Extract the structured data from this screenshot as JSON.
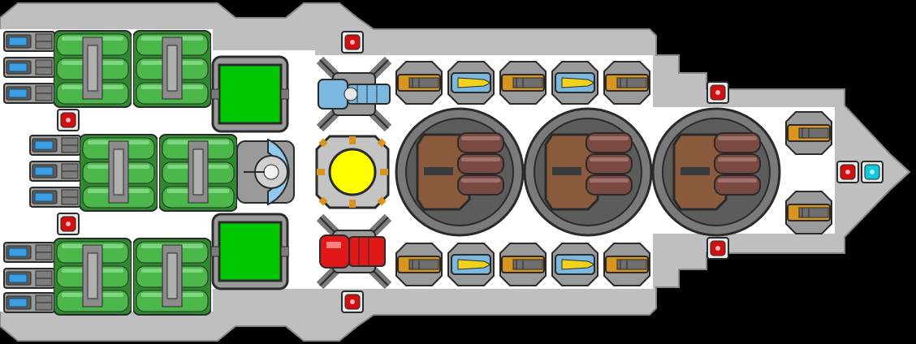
{
  "palette": {
    "background": "#000000",
    "hull": "#bfbfbf",
    "hull_edge": "#8a8a8a",
    "deck": "#ffffff",
    "metal": "#9a9a9a",
    "metal_dark": "#5c5c5c",
    "outline": "#2a2a2a",
    "thruster_blue": "#3a9ee0",
    "fuel_green": "#4cb84c",
    "fuel_green_dark": "#2f8a2f",
    "pad_green": "#00c800",
    "reactor_yellow": "#ffff00",
    "shield_blue": "#8fc8f0",
    "gun_gold": "#d9951e",
    "missile_yellow": "#f2d21a",
    "cannon_brown": "#8a5a3c",
    "barrel_brown": "#7a4a42",
    "light_red": "#d01010",
    "light_cyan": "#10c8d8",
    "laser_red": "#e01818",
    "emitter_blue": "#7ab8e0"
  },
  "parts": {
    "thrusters": 9,
    "fuel_tanks": 6,
    "cargo_pads": 2,
    "reactor_core": 1,
    "shield_generator": 1,
    "heavy_cannons": 3,
    "small_guns": 8,
    "missile_launchers": 4,
    "nose_guns": 2,
    "laser_turret": 1,
    "ion_turret": 1,
    "warning_lights": 7,
    "nav_light": 1
  }
}
